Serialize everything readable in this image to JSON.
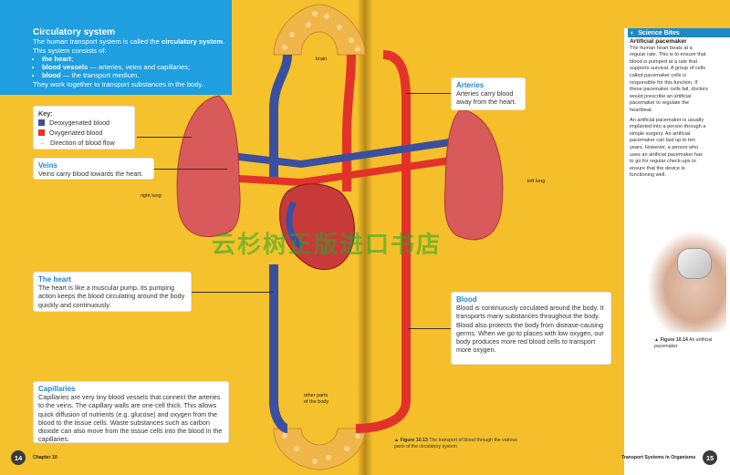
{
  "intro": {
    "title": "Circulatory system",
    "line1_pre": "The human transport system is called the ",
    "line1_bold": "circulatory system",
    "line1_post": ".",
    "line2": "This system consists of:",
    "bullets": [
      {
        "bold": "the heart",
        "rest": ";"
      },
      {
        "bold": "blood vessels",
        "rest": " — arteries, veins and capillaries;"
      },
      {
        "bold": "blood",
        "rest": " — the transport medium."
      }
    ],
    "closing": "They work together to transport substances in the body."
  },
  "key": {
    "title": "Key:",
    "items": [
      {
        "label": "Deoxygenated blood",
        "color": "#3b4fa0"
      },
      {
        "label": "Oxygenated blood",
        "color": "#e2332a"
      },
      {
        "label": "Direction of blood flow",
        "color": "#f2a23a"
      }
    ]
  },
  "veins": {
    "title": "Veins",
    "text": "Veins carry blood towards the heart."
  },
  "heart": {
    "title": "The heart",
    "text": "The heart is like a muscular pump. Its pumping action keeps the blood circulating around the body quickly and continuously."
  },
  "capillaries": {
    "title": "Capillaries",
    "text": "Capillaries are very tiny blood vessels that connect the arteries to the veins. The capillary walls are one-cell thick. This allows quick diffusion of nutrients (e.g. glucose) and oxygen from the blood to the tissue cells. Waste substances such as carbon dioxide can also move from the tissue cells into the blood in the capillaries."
  },
  "arteries": {
    "title": "Arteries",
    "text": "Arteries carry blood away from the heart."
  },
  "blood": {
    "title": "Blood",
    "text": "Blood is continuously circulated around the body. It transports many substances throughout the body. Blood also protects the body from disease-causing germs. When we go to places with low oxygen, our body produces more red blood cells to transport more oxygen."
  },
  "labels": {
    "brain": "brain",
    "right_lung": "right lung",
    "left_lung": "left lung",
    "other_parts": "other parts\nof the body"
  },
  "science": {
    "header": "Science Bites",
    "subtitle": "Artificial pacemaker",
    "p1": "The human heart beats at a regular rate. This is to ensure that blood is pumped at a rate that supports survival. A group of cells called pacemaker cells is responsible for this function. If these pacemaker cells fail, doctors would prescribe an artificial pacemaker to regulate the heartbeat.",
    "p2": "An artificial pacemaker is usually implanted into a person through a simple surgery. An artificial pacemaker can last up to ten years. However, a person who uses an artificial pacemaker has to go for regular check-ups to ensure that the device is functioning well."
  },
  "fig14": {
    "label": "▲ Figure 10.14",
    "caption": "An artificial pacemaker"
  },
  "fig13": {
    "label": "▲ Figure 10.13",
    "caption": "The transport of blood through the various parts of the circulatory system"
  },
  "footer": {
    "left_num": "14",
    "left_text": "Chapter 10",
    "right_text": "Transport Systems in Organisms",
    "right_num": "15"
  },
  "watermark": "云杉树正版进口书店",
  "colors": {
    "blue_box": "#1f9ee0",
    "title_blue": "#1f88c9",
    "page_yellow": "#f5c12c",
    "oxygenated": "#e2332a",
    "deoxygenated": "#3b4fa0"
  }
}
